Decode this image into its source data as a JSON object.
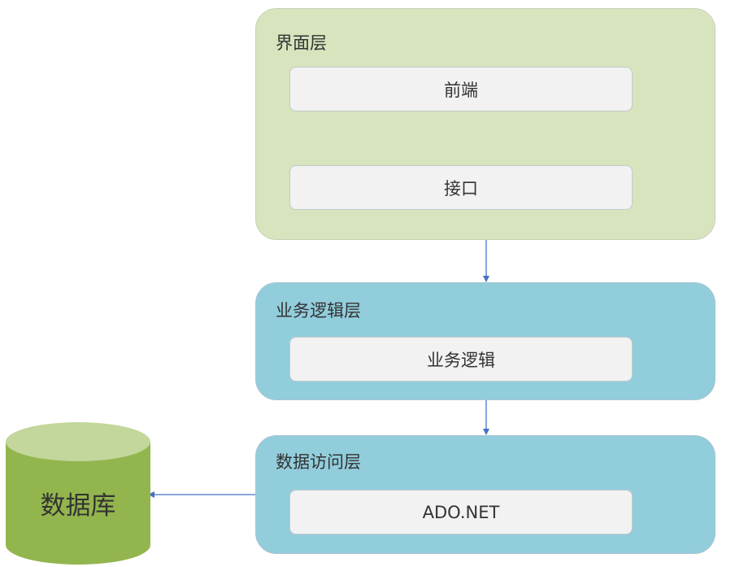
{
  "layers": [
    {
      "title": "界面层",
      "components": [
        "前端",
        "接口"
      ]
    },
    {
      "title": "业务逻辑层",
      "components": [
        "业务逻辑"
      ]
    },
    {
      "title": "数据访问层",
      "components": [
        "ADO.NET"
      ]
    }
  ],
  "database": {
    "label": "数据库"
  },
  "colors": {
    "ui_layer": "#d7e4bd",
    "layer_blue": "#92cddc",
    "component": "#f2f2f2",
    "database": "#93b54e",
    "database_top": "#c3d69b",
    "arrow": "#4472c4"
  }
}
